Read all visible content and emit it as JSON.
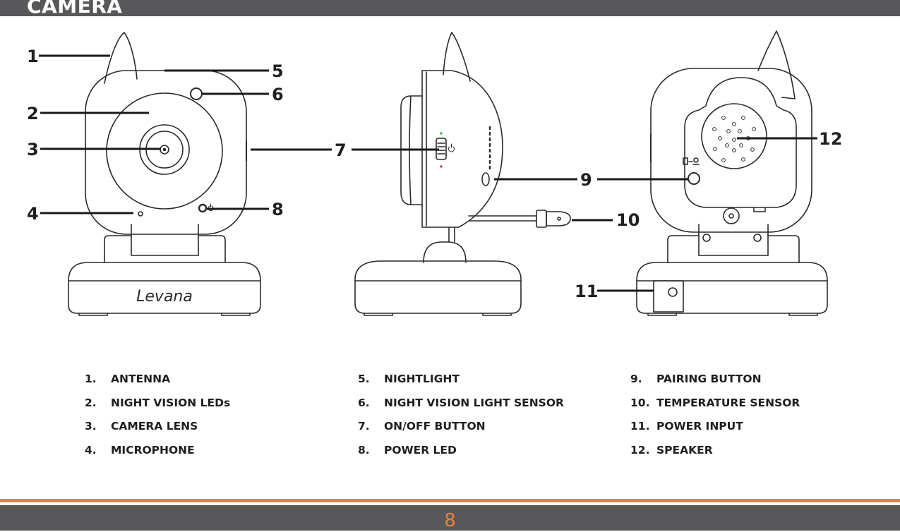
{
  "header": {
    "title": "CAMERA"
  },
  "callouts": [
    "1",
    "2",
    "3",
    "4",
    "5",
    "6",
    "7",
    "8",
    "9",
    "10",
    "11",
    "12"
  ],
  "brand_logo": "Levana",
  "legend": {
    "col1": [
      {
        "num": "1.",
        "label": "ANTENNA"
      },
      {
        "num": "2.",
        "label": "NIGHT VISION LEDs"
      },
      {
        "num": "3.",
        "label": "CAMERA LENS"
      },
      {
        "num": "4.",
        "label": "MICROPHONE"
      }
    ],
    "col2": [
      {
        "num": "5.",
        "label": "NIGHTLIGHT"
      },
      {
        "num": "6.",
        "label": "NIGHT VISION LIGHT SENSOR"
      },
      {
        "num": "7.",
        "label": "ON/OFF BUTTON"
      },
      {
        "num": "8.",
        "label": "POWER LED"
      }
    ],
    "col3": [
      {
        "num": "9.",
        "label": "PAIRING BUTTON"
      },
      {
        "num": "10.",
        "label": "TEMPERATURE SENSOR"
      },
      {
        "num": "11.",
        "label": "POWER INPUT"
      },
      {
        "num": "12.",
        "label": "SPEAKER"
      }
    ]
  },
  "footer": {
    "page_number": "8"
  },
  "colors": {
    "bar": "#58585a",
    "accent": "#e8823a",
    "ink": "#1f1f1f",
    "switch_green": "#3aa535",
    "switch_red": "#d42a2a"
  }
}
